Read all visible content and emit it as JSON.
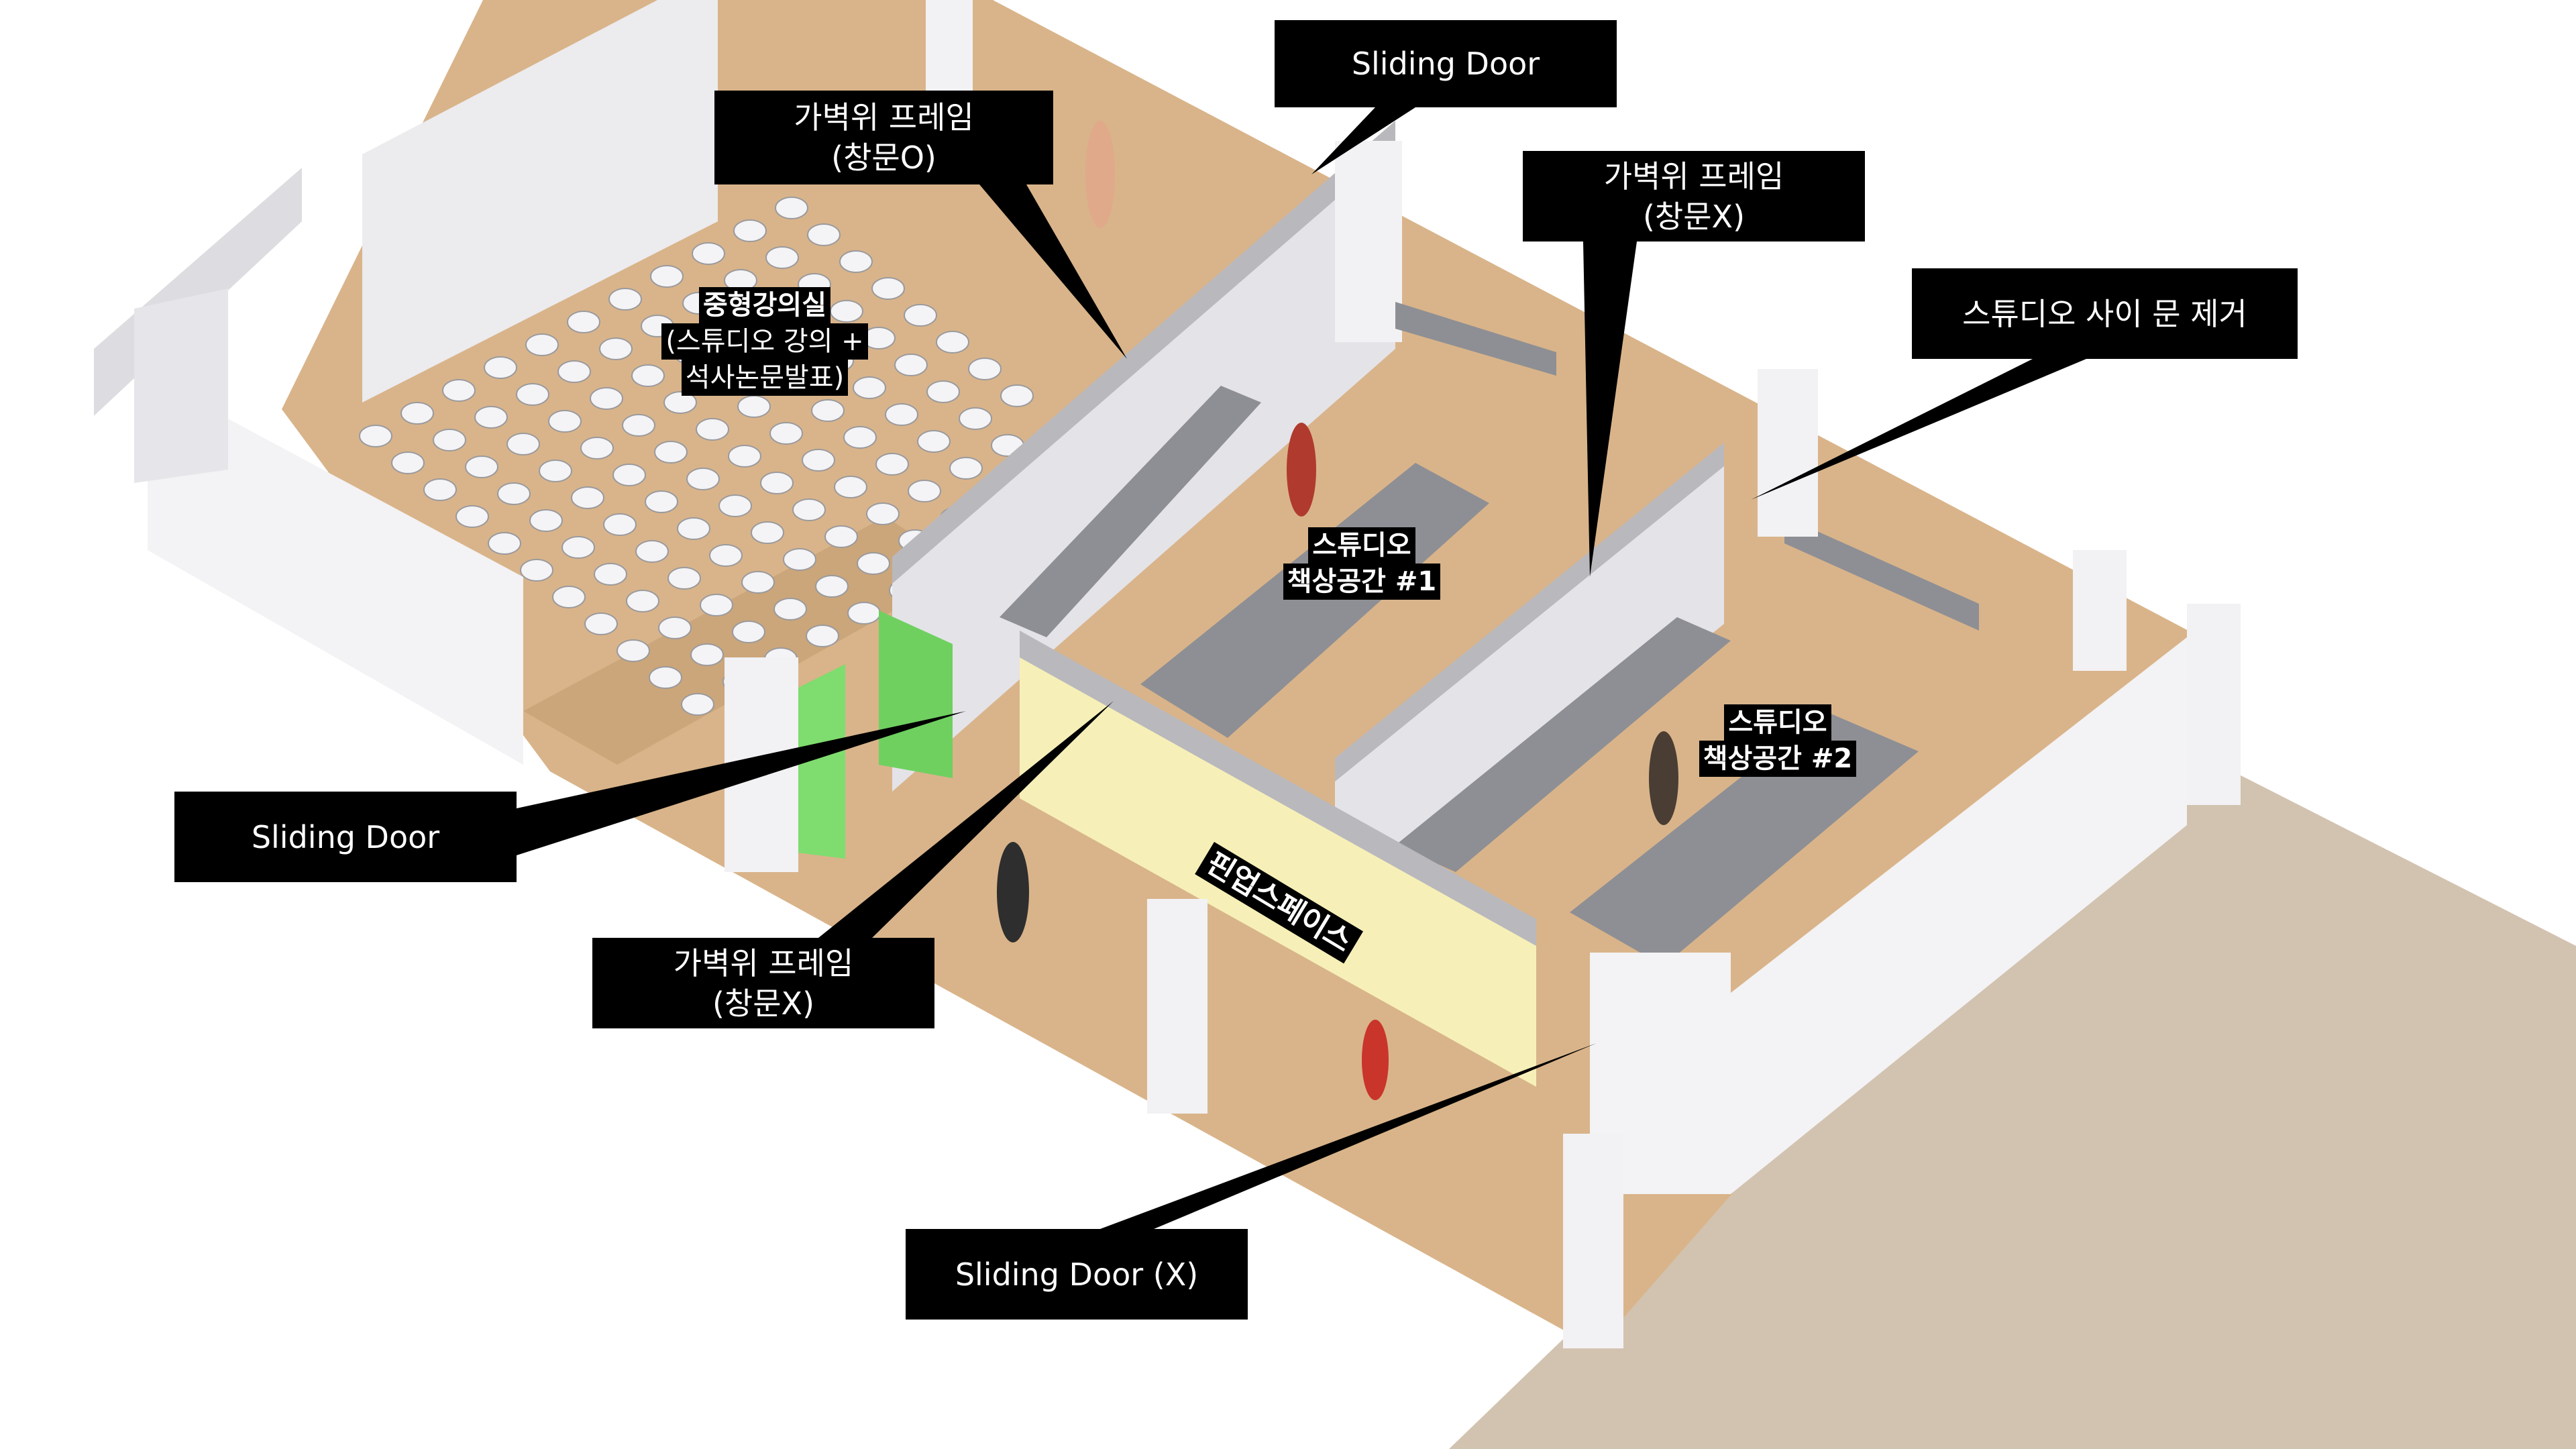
{
  "callouts": {
    "sliding_door_top": {
      "lines": [
        "Sliding Door"
      ]
    },
    "wall_frame_top_left": {
      "lines": [
        "가벽위 프레임",
        "(창문O)"
      ]
    },
    "wall_frame_top_right": {
      "lines": [
        "가벽위 프레임",
        "(창문X)"
      ]
    },
    "studio_door_removed": {
      "lines": [
        "스튜디오 사이 문 제거"
      ]
    },
    "sliding_door_left": {
      "lines": [
        "Sliding Door"
      ]
    },
    "wall_frame_bottom": {
      "lines": [
        "가벽위 프레임",
        "(창문X)"
      ]
    },
    "sliding_door_bottom": {
      "lines": [
        "Sliding Door (X)"
      ]
    }
  },
  "rooms": {
    "lecture_hall": {
      "title": "중형강의실",
      "lines": [
        "(스튜디오 강의 +",
        "석사논문발표)"
      ]
    },
    "studio_desk_1": {
      "lines": [
        "스튜디오",
        "책상공간 #1"
      ]
    },
    "studio_desk_2": {
      "lines": [
        "스튜디오",
        "책상공간 #2"
      ]
    },
    "popup_space": {
      "title": "핀업스페이스"
    }
  },
  "colors": {
    "floor": "#d9b48a",
    "floor_shadow": "#b99468",
    "wall": "#ecebee",
    "wall_side": "#cfcdd2",
    "sliding_door": "#7fdc6e",
    "popup_wall": "#f6f0b8",
    "desk": "#8e8f94",
    "ground": "#d2c3b0",
    "label_bg": "#000000",
    "label_text": "#ffffff"
  }
}
